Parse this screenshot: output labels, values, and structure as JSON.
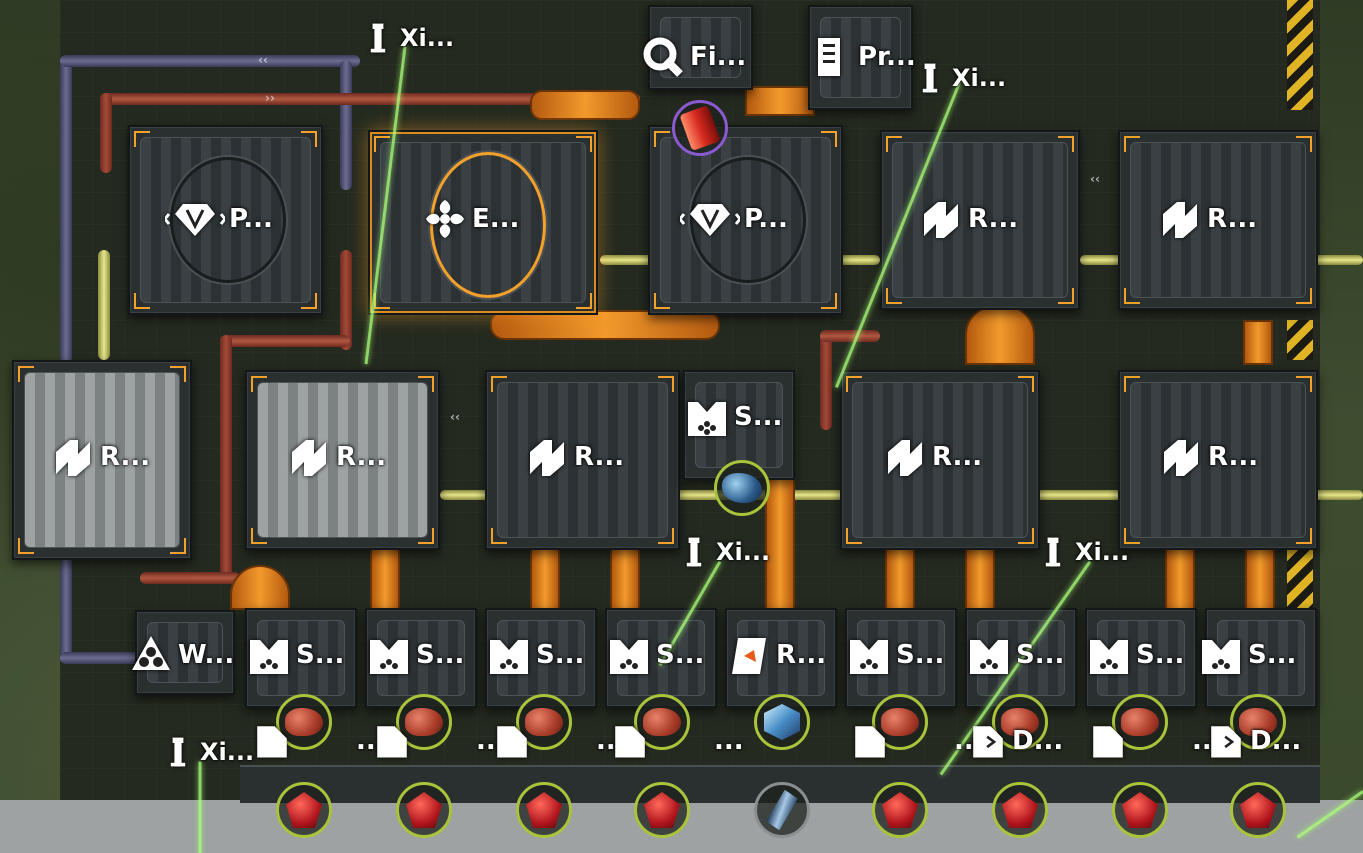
{
  "labels": {
    "xi_top": "Xi...",
    "fi": "Fi...",
    "pr": "Pr...",
    "xi_top_right": "Xi...",
    "p_left": "P...",
    "e_center": "E...",
    "p_right": "P...",
    "r_top1": "R...",
    "r_top2": "R...",
    "r_left_big": "R...",
    "r_mid1": "R...",
    "r_mid2": "R...",
    "s_mid": "S...",
    "r_mid3": "R...",
    "r_mid4": "R...",
    "xi_mid": "Xi...",
    "xi_mid_right": "Xi...",
    "w_bottom": "W...",
    "s1": "S...",
    "s2": "S...",
    "s3": "S...",
    "s4": "S...",
    "r_bottom": "R...",
    "s5": "S...",
    "s6": "S...",
    "s7": "S...",
    "s8": "S...",
    "xi_bottom_left": "Xi...",
    "d1": "D...",
    "d2": "D...",
    "dots_1": "...",
    "dots_2": "...",
    "dots_3": "...",
    "dots_4": "...",
    "dots_5": "...",
    "dots_6": "..."
  },
  "icons": {
    "turret": "lightning-rod-icon",
    "filter": "filter-inserter-icon",
    "programmable": "programmable-speaker-icon",
    "pump": "offshore-pump-icon",
    "electrolyzer": "electrolyzer-icon",
    "refinery": "refinery-icon",
    "smelter": "smelter-icon",
    "water": "water-icon",
    "recycler": "recycler-icon",
    "drill": "drill-icon"
  },
  "colors": {
    "belt": "#f39a2c",
    "hazard": "#e0b424",
    "bubble_ring": "#a8c43a",
    "laser": "#aaff78"
  }
}
